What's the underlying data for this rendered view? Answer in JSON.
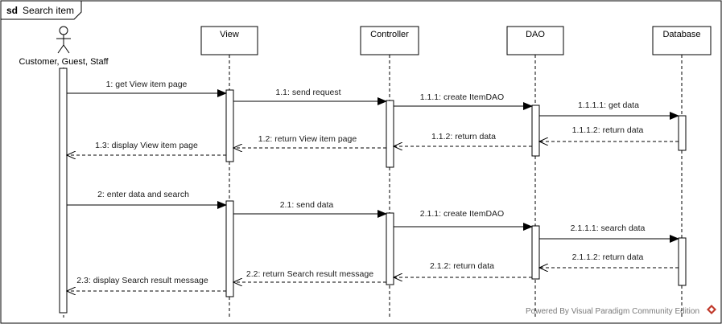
{
  "frame": {
    "keyword": "sd",
    "title": "Search item"
  },
  "lifelines": [
    {
      "id": "actor",
      "label": "Customer, Guest, Staff",
      "kind": "actor"
    },
    {
      "id": "view",
      "label": "View",
      "kind": "box"
    },
    {
      "id": "controller",
      "label": "Controller",
      "kind": "box"
    },
    {
      "id": "dao",
      "label": "DAO",
      "kind": "box"
    },
    {
      "id": "database",
      "label": "Database",
      "kind": "box"
    }
  ],
  "messages": [
    {
      "label": "1: get View item page",
      "from": "actor",
      "to": "view",
      "kind": "sync"
    },
    {
      "label": "1.1: send request",
      "from": "view",
      "to": "controller",
      "kind": "sync"
    },
    {
      "label": "1.1.1: create ItemDAO",
      "from": "controller",
      "to": "dao",
      "kind": "sync"
    },
    {
      "label": "1.1.1.1: get data",
      "from": "dao",
      "to": "database",
      "kind": "sync"
    },
    {
      "label": "1.1.1.2: return data",
      "from": "database",
      "to": "dao",
      "kind": "return"
    },
    {
      "label": "1.1.2: return data",
      "from": "dao",
      "to": "controller",
      "kind": "return"
    },
    {
      "label": "1.2: return View item page",
      "from": "controller",
      "to": "view",
      "kind": "return"
    },
    {
      "label": "1.3: display View item page",
      "from": "view",
      "to": "actor",
      "kind": "return"
    },
    {
      "label": "2: enter data and search",
      "from": "actor",
      "to": "view",
      "kind": "sync"
    },
    {
      "label": "2.1: send data",
      "from": "view",
      "to": "controller",
      "kind": "sync"
    },
    {
      "label": "2.1.1: create ItemDAO",
      "from": "controller",
      "to": "dao",
      "kind": "sync"
    },
    {
      "label": "2.1.1.1: search data",
      "from": "dao",
      "to": "database",
      "kind": "sync"
    },
    {
      "label": "2.1.1.2: return data",
      "from": "database",
      "to": "dao",
      "kind": "return"
    },
    {
      "label": "2.1.2: return data",
      "from": "dao",
      "to": "controller",
      "kind": "return"
    },
    {
      "label": "2.2: return Search result message",
      "from": "controller",
      "to": "view",
      "kind": "return"
    },
    {
      "label": "2.3: display Search result message",
      "from": "view",
      "to": "actor",
      "kind": "return"
    }
  ],
  "footer": {
    "text": "Powered By  Visual Paradigm Community Edition",
    "logo": "visual-paradigm-logo-icon"
  },
  "colors": {
    "line": "#000000",
    "box_fill": "#ffffff",
    "text": "#1a1a1a",
    "footer": "#7a7a7a",
    "logo": "#c0392b"
  }
}
